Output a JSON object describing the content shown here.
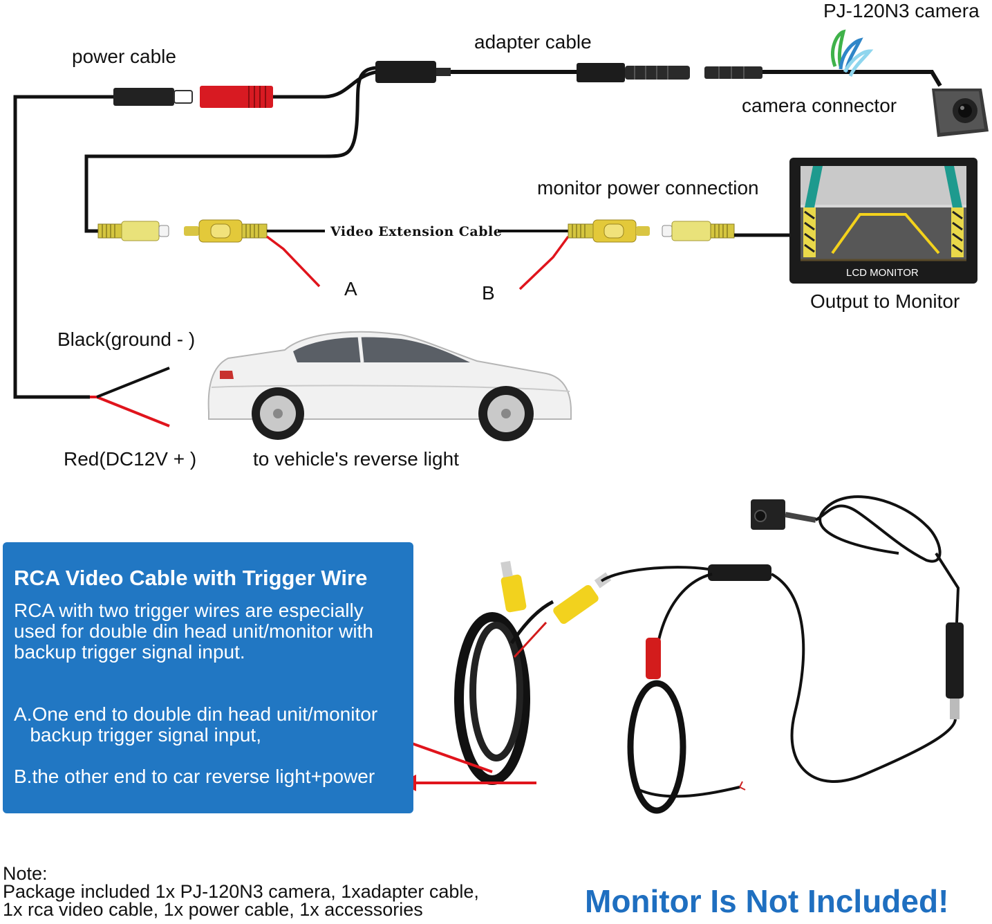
{
  "labels": {
    "camera_model": "PJ-120N3 camera",
    "adapter_cable": "adapter cable",
    "power_cable": "power cable",
    "camera_connector": "camera connector",
    "monitor_power_connection": "monitor power connection",
    "video_extension_cable": "Video Extension Cable",
    "point_a": "A",
    "point_b": "B",
    "lcd_monitor": "LCD MONITOR",
    "output_to_monitor": "Output to Monitor",
    "black_ground": "Black(ground - )",
    "red_dc12v": "Red(DC12V + )",
    "reverse_light": "to vehicle's reverse light"
  },
  "info_panel": {
    "title": "RCA Video Cable with Trigger Wire",
    "description": "RCA with two trigger wires are especially\nused for double din head unit/monitor with\nbackup trigger signal input.",
    "point_a": "A.One end to double din head unit/monitor\n   backup trigger signal input,",
    "point_b": "B.the other end to car reverse light+power"
  },
  "note": {
    "heading": "Note:",
    "body": "Package included 1x PJ-120N3 camera, 1xadapter cable,\n1x rca video cable, 1x power cable, 1x accessories"
  },
  "banner": "Monitor Is Not Included!",
  "colors": {
    "panel_blue": "#2177c3",
    "banner_blue": "#1f6fc0",
    "wire_black": "#111111",
    "wire_red": "#e0141c",
    "rca_yellow": "#e2cd3a"
  }
}
